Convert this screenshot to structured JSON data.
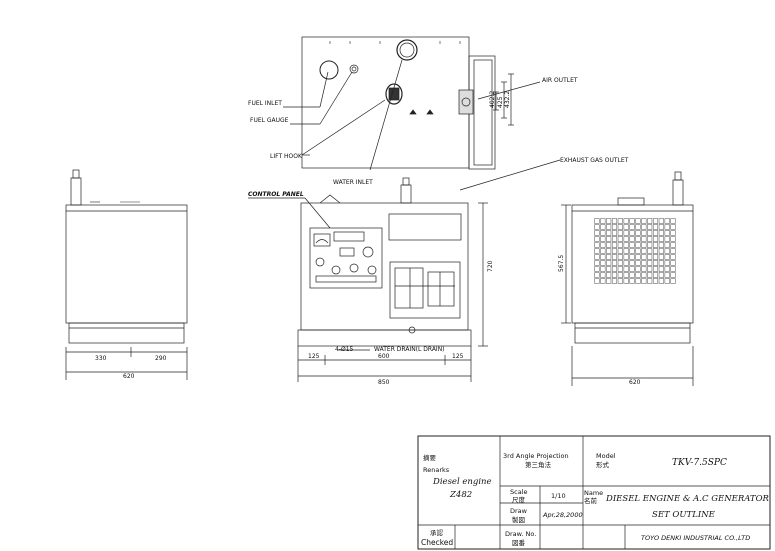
{
  "labels": {
    "fuel_inlet": "FUEL INLET",
    "fuel_gauge": "FUEL GAUGE",
    "lift_hook": "LIFT HOOK",
    "water_inlet": "WATER INLET",
    "air_outlet": "AIR OUTLET",
    "exhaust_gas_outlet": "EXHAUST GAS OUTLET",
    "control_panel": "CONTROL PANEL",
    "water_drain": "WATER DRAIN(L DRAIN)",
    "holes": "4-Ø15"
  },
  "dimensions": {
    "top_d1": "402.2",
    "top_d2": "425",
    "top_d3": "432.2",
    "left_a": "330",
    "left_b": "290",
    "left_total": "620",
    "front_l": "125",
    "front_mid": "600",
    "front_r": "125",
    "front_total": "850",
    "front_height": "720",
    "right_height": "567.5",
    "right_total": "620"
  },
  "title_block": {
    "remarks_jp": "摘要",
    "remarks_en": "Renarks",
    "remarks_value1": "Diesel engine",
    "remarks_value2": "Z482",
    "projection_en": "3rd Angle Projection",
    "projection_jp": "第三角法",
    "model_en": "Model",
    "model_jp": "形式",
    "model_value": "TKV-7.5SPC",
    "scale_en": "Scale",
    "scale_jp": "尺度",
    "scale_value": "1/10",
    "name_en": "Name",
    "name_jp": "名前",
    "name_value1": "DIESEL ENGINE & A.C GENERATOR",
    "name_value2": "SET OUTLINE",
    "draw_en": "Draw",
    "draw_jp": "製図",
    "draw_value": "Apr,28,2000",
    "checked_jp": "承認",
    "checked_en": "Checked",
    "drawno_en": "Draw. No.",
    "drawno_jp": "図番",
    "company": "TOYO DENKI INDUSTRIAL CO.,LTD"
  }
}
